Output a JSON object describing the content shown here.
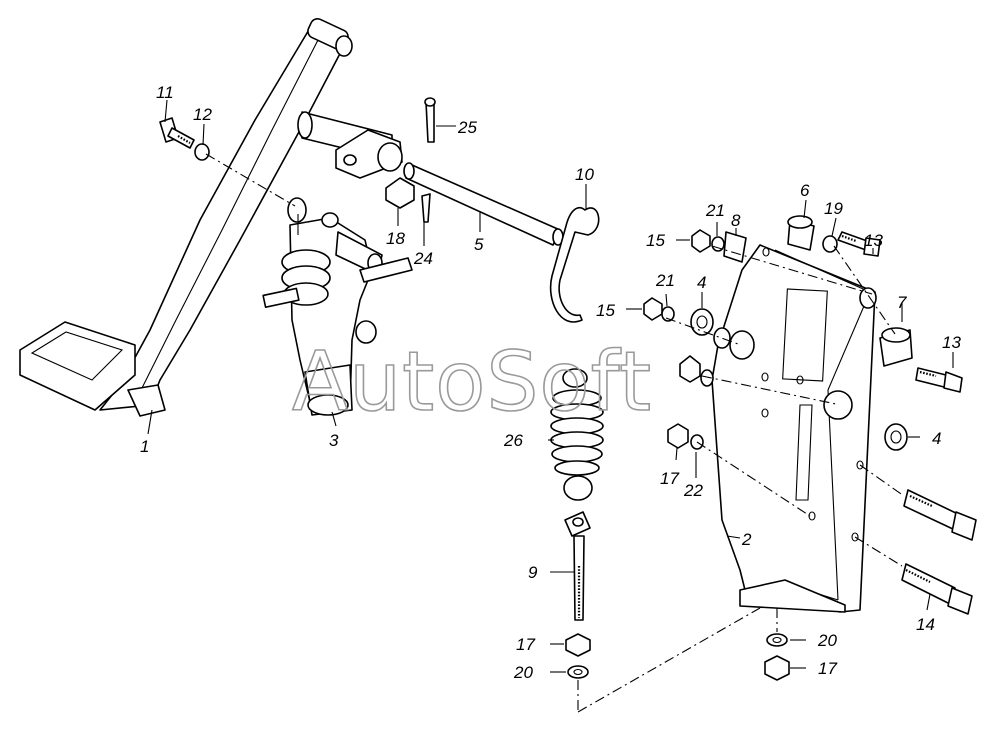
{
  "watermark": "AutoSoft",
  "callouts": [
    {
      "id": "c1",
      "text": "1"
    },
    {
      "id": "c2",
      "text": "2"
    },
    {
      "id": "c3",
      "text": "3"
    },
    {
      "id": "c4a",
      "text": "4"
    },
    {
      "id": "c4b",
      "text": "4"
    },
    {
      "id": "c5",
      "text": "5"
    },
    {
      "id": "c6",
      "text": "6"
    },
    {
      "id": "c7",
      "text": "7"
    },
    {
      "id": "c8",
      "text": "8"
    },
    {
      "id": "c9",
      "text": "9"
    },
    {
      "id": "c10",
      "text": "10"
    },
    {
      "id": "c11",
      "text": "11"
    },
    {
      "id": "c12",
      "text": "12"
    },
    {
      "id": "c13a",
      "text": "13"
    },
    {
      "id": "c13b",
      "text": "13"
    },
    {
      "id": "c14",
      "text": "14"
    },
    {
      "id": "c15a",
      "text": "15"
    },
    {
      "id": "c15b",
      "text": "15"
    },
    {
      "id": "c17a",
      "text": "17"
    },
    {
      "id": "c17b",
      "text": "17"
    },
    {
      "id": "c17c",
      "text": "17"
    },
    {
      "id": "c18",
      "text": "18"
    },
    {
      "id": "c19",
      "text": "19"
    },
    {
      "id": "c20a",
      "text": "20"
    },
    {
      "id": "c20b",
      "text": "20"
    },
    {
      "id": "c21a",
      "text": "21"
    },
    {
      "id": "c21b",
      "text": "21"
    },
    {
      "id": "c22",
      "text": "22"
    },
    {
      "id": "c24",
      "text": "24"
    },
    {
      "id": "c25",
      "text": "25"
    },
    {
      "id": "c26",
      "text": "26"
    }
  ]
}
